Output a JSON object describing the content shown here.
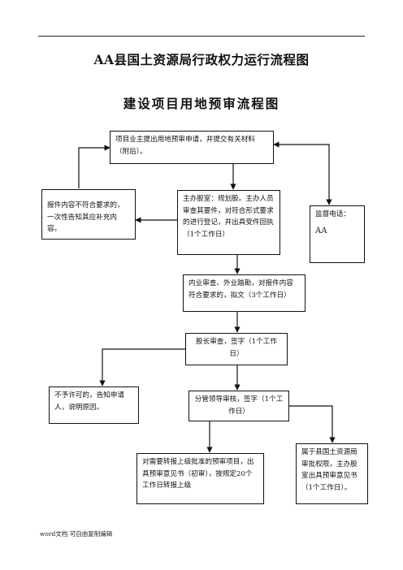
{
  "document": {
    "title": "AA县国土资源局行政权力运行流程图",
    "subtitle": "建设项目用地预审流程图",
    "footer": "word文档 可自由复制编辑"
  },
  "flow": {
    "apply": "项目业主提出用地预审申请，并提交有关材料（附后）。",
    "reject_incomplete": "报件内容不符合要求的，一次性告知其应补充内容。",
    "intake": "主办股室：规划股。主办人员审查其要件，对符合形式要求的进行登记，并出具受件回执（1个工作日）",
    "supervision_label": "监督电话：",
    "supervision_value": "AA",
    "internal_review": "内业审查、外业踏勘，对报件内容符合要求的，拟文（3个工作日）",
    "section_chief": "股长审查，签字（1个工作日）",
    "not_permitted": "不予许可的，告知申请人，说明原因。",
    "leader_review": "分管领导审核，签字（1个工作日）",
    "upper_level": "对需要转报上级批准的预审项目，出具预审意见书（初审），按规定20个工作日转报上级",
    "county_level": "属于县国土资源局审批权限，主办股室出具预审意见书（1个工作日）。"
  }
}
